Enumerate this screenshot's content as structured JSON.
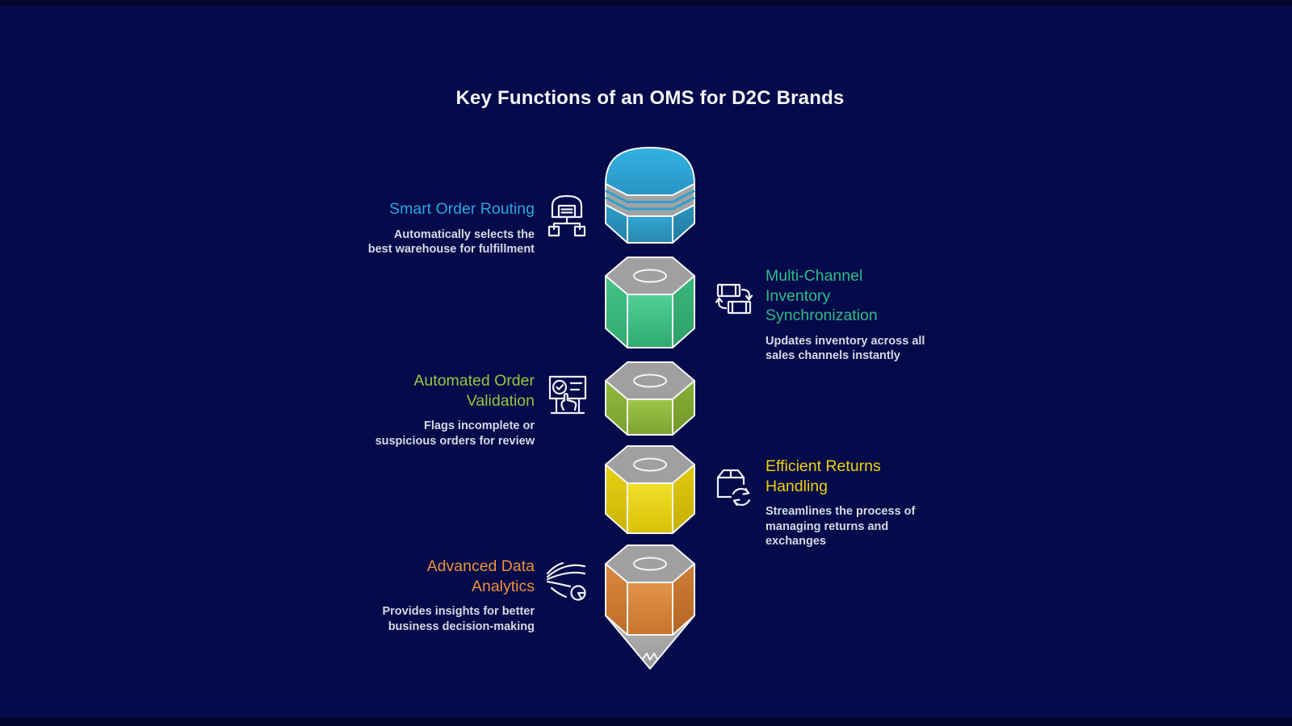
{
  "title": "Key Functions of an OMS for D2C Brands",
  "colors": {
    "background": "#040a4a",
    "title_text": "#f4f5f9",
    "description_text": "#d6d9e3",
    "outline_white": "#f4f5f7",
    "blue": "#29a7df",
    "green": "#2ebe86",
    "olive": "#94c83d",
    "yellow": "#eed202",
    "orange": "#ef913c",
    "gray": "#9e9e9e"
  },
  "features": {
    "left": [
      {
        "heading": "Smart Order Routing",
        "description": "Automatically selects the\nbest warehouse for fulfillment",
        "color": "#29a7df",
        "icon": "warehouse-routing-icon"
      },
      {
        "heading": "Automated Order\nValidation",
        "description": "Flags incomplete or\nsuspicious orders for review",
        "color": "#94c83d",
        "icon": "order-validation-icon"
      },
      {
        "heading": "Advanced Data\nAnalytics",
        "description": "Provides insights for better\nbusiness decision-making",
        "color": "#ef913c",
        "icon": "analytics-icon"
      }
    ],
    "right": [
      {
        "heading": "Multi-Channel\nInventory\nSynchronization",
        "description": "Updates inventory across all\nsales channels instantly",
        "color": "#2ebe86",
        "icon": "inventory-sync-icon"
      },
      {
        "heading": "Efficient Returns\nHandling",
        "description": "Streamlines the process of\nmanaging returns and\nexchanges",
        "color": "#eed202",
        "icon": "returns-icon"
      }
    ]
  },
  "pencil": {
    "segments": [
      {
        "name": "eraser-cap",
        "color": "#2ba4d6"
      },
      {
        "name": "segment-green",
        "color": "#3bbc80"
      },
      {
        "name": "segment-olive",
        "color": "#8cb838"
      },
      {
        "name": "segment-yellow",
        "color": "#e3cd0e"
      },
      {
        "name": "segment-orange",
        "color": "#d5823a"
      },
      {
        "name": "pencil-tip",
        "color": "#a9a9a9"
      }
    ]
  }
}
